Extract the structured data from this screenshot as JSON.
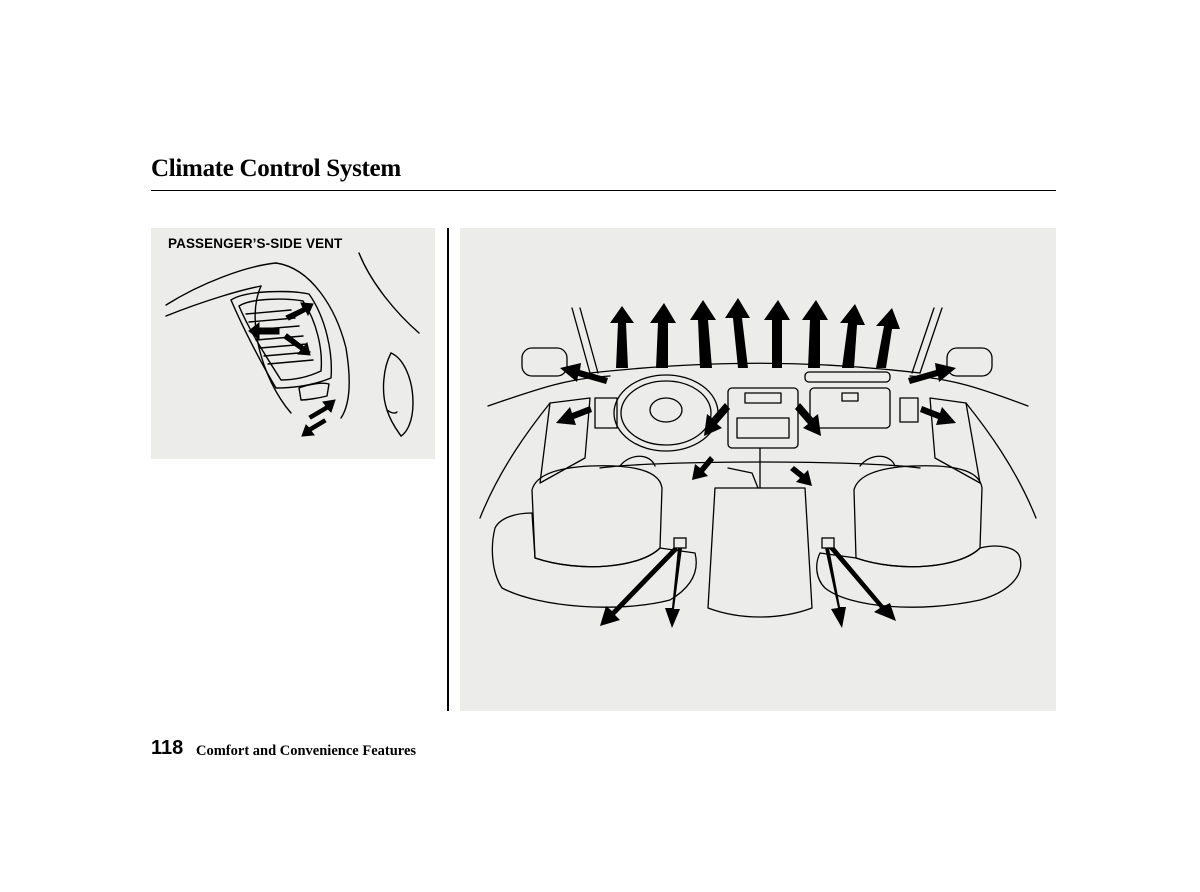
{
  "page": {
    "title": "Climate Control System",
    "number": "118",
    "section": "Comfort and Convenience Features"
  },
  "figures": {
    "passenger_vent": {
      "label": "PASSENGER’S-SIDE VENT"
    }
  },
  "colors": {
    "panel": "#ececea",
    "ink": "#000000"
  }
}
